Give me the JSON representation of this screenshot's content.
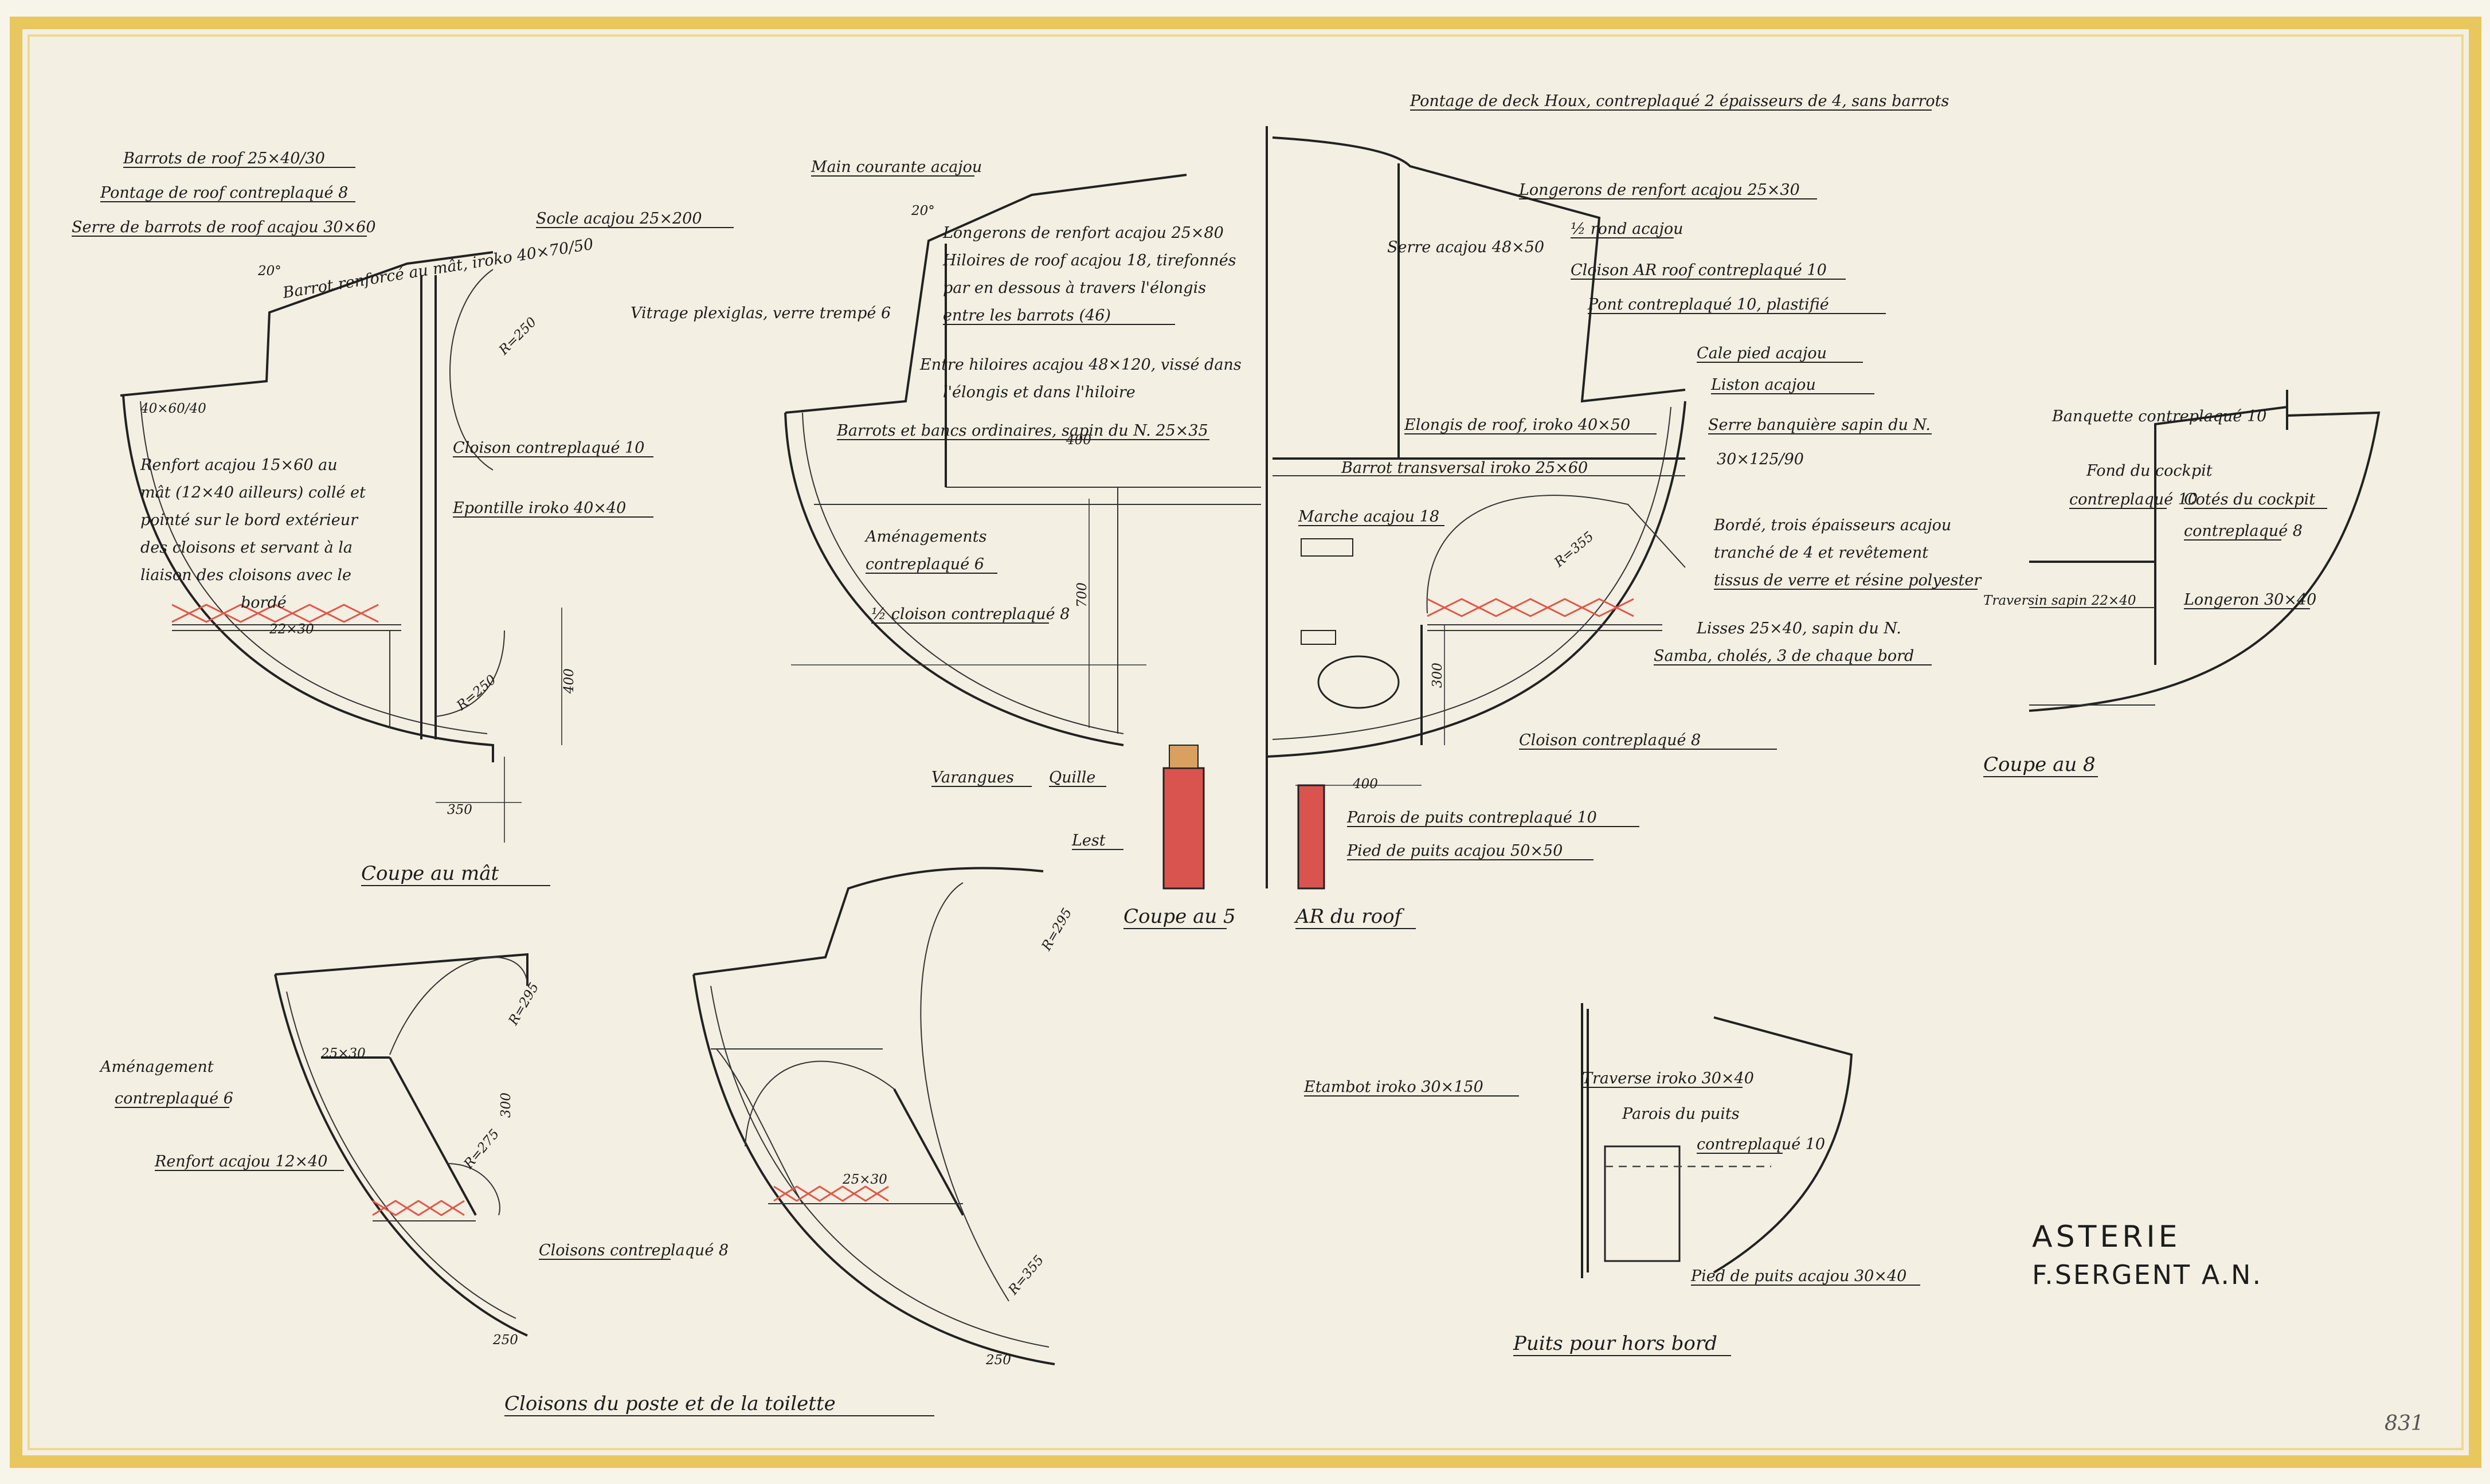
{
  "title_block": {
    "boat": "ASTERIE",
    "designer": "F.SERGENT A.N."
  },
  "sheet_number": "831",
  "colors": {
    "paper": "#f4f0e4",
    "border": "#e9c75f",
    "ink": "#222222",
    "red": "#d9534f"
  },
  "sections": {
    "coupe_mat": {
      "caption": "Coupe au mât",
      "labels": {
        "barrots_roof": "Barrots de roof 25×40/30",
        "pontage_roof": "Pontage de roof contreplaqué 8",
        "serre_barrots": "Serre de barrots de roof acajou 30×60",
        "socle": "Socle acajou 25×200",
        "barrot_renforce": "Barrot renforcé au mât, iroko 40×70/50",
        "dim_40x60": "40×60/40",
        "cloison": "Cloison contreplaqué 10",
        "epontille": "Epontille iroko 40×40",
        "renfort_1": "Renfort acajou 15×60 au",
        "renfort_2": "mât (12×40 ailleurs) collé et",
        "renfort_3": "pointé sur le bord extérieur",
        "renfort_4": "des cloisons et servant à la",
        "renfort_5": "liaison des cloisons avec le",
        "renfort_6": "bordé",
        "dim_22x30": "22×30",
        "r250a": "R=250",
        "r250b": "R=250",
        "dim_400": "400",
        "dim_350": "350",
        "angle_20": "20°"
      }
    },
    "coupe_5": {
      "caption": "Coupe au 5",
      "labels": {
        "main_courante": "Main courante acajou",
        "angle_20": "20°",
        "lg1": "Longerons de renfort acajou 25×80",
        "lg2": "Hiloires de roof acajou 18, tirefonnés",
        "lg3": "par en dessous à travers l'élongis",
        "lg4": "entre les barrots (46)",
        "vitrage": "Vitrage plexiglas, verre trempé 6",
        "ent1": "Entre hiloires acajou 48×120, vissé dans",
        "ent2": "l'élongis et dans l'hiloire",
        "barrots_ord": "Barrots et bancs ordinaires, sapin du N. 25×35",
        "dim_400": "400",
        "amenag1": "Aménagements",
        "amenag2": "contreplaqué 6",
        "demi_cloison": "½ cloison contreplaqué 8",
        "dim_700": "700",
        "varangues": "Varangues",
        "quille": "Quille",
        "lest": "Lest"
      }
    },
    "ar_roof": {
      "caption": "AR du roof",
      "labels": {
        "pontage_deck": "Pontage de deck Houx, contreplaqué 2 épaisseurs de 4, sans barrots",
        "longerons": "Longerons de renfort acajou 25×30",
        "demi_rond": "½ rond acajou",
        "serre": "Serre acajou 48×50",
        "cloison_ar": "Cloison AR roof contreplaqué 10",
        "pont": "Pont contreplaqué 10, plastifié",
        "cale_pied": "Cale pied acajou",
        "liston": "Liston acajou",
        "serre_banquiere": "Serre banquière sapin du N.",
        "dim_30x125": "30×125/90",
        "elongis": "Elongis de roof, iroko 40×50",
        "barrot_transv": "Barrot transversal iroko 25×60",
        "marche": "Marche acajou 18",
        "r355": "R=355",
        "borde1": "Bordé, trois épaisseurs acajou",
        "borde2": "tranché de 4 et revêtement",
        "borde3": "tissus de verre et résine polyester",
        "lisses1": "Lisses 25×40, sapin du N.",
        "lisses2": "Samba, cholés, 3 de chaque bord",
        "dim_300": "300",
        "cloison_8": "Cloison contreplaqué 8",
        "dim_400": "400",
        "parois_puits": "Parois de puits contreplaqué 10",
        "pied_puits": "Pied de puits acajou 50×50"
      }
    },
    "coupe_8": {
      "caption": "Coupe au 8",
      "labels": {
        "banquette": "Banquette contreplaqué 10",
        "fond1": "Fond du cockpit",
        "fond2": "contreplaqué 10",
        "cotes1": "Cotés du cockpit",
        "cotes2": "contreplaqué 8",
        "traversin": "Traversin sapin 22×40",
        "longeron": "Longeron 30×40"
      }
    },
    "cloisons": {
      "caption": "Cloisons du poste et de la toilette",
      "labels": {
        "amenag1": "Aménagement",
        "amenag2": "contreplaqué 6",
        "dim_25x30": "25×30",
        "renfort": "Renfort acajou 12×40",
        "r295": "R=295",
        "dim_300": "300",
        "r275": "R=275",
        "cloison": "Cloisons contreplaqué 8",
        "dim_250a": "250",
        "r295b": "R=295",
        "dim_25x30b": "25×30",
        "r355": "R=355",
        "dim_250b": "250"
      }
    },
    "puits": {
      "caption": "Puits pour hors bord",
      "labels": {
        "etambot": "Etambot iroko 30×150",
        "traverse": "Traverse iroko 30×40",
        "parois1": "Parois du puits",
        "parois2": "contreplaqué 10",
        "pied": "Pied de puits acajou 30×40"
      }
    }
  }
}
